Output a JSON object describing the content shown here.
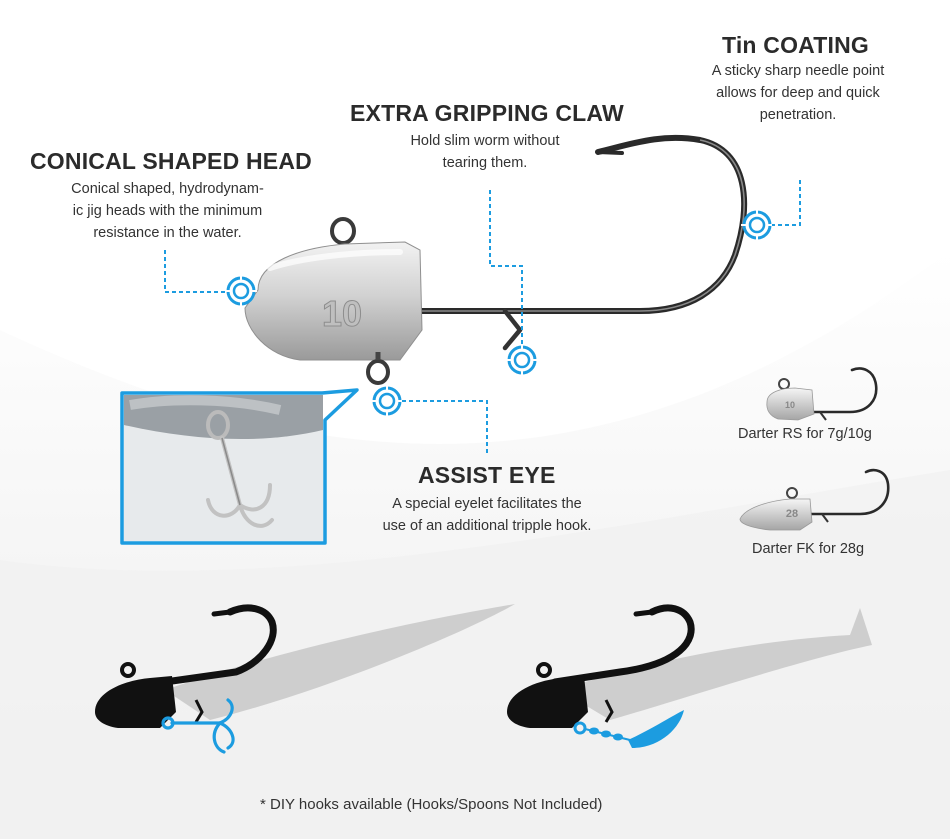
{
  "features": {
    "conical_head": {
      "title": "CONICAL SHAPED HEAD",
      "lines": [
        "Conical shaped, hydrodynam-",
        "ic jig heads with the minimum",
        "resistance in the water."
      ]
    },
    "gripping_claw": {
      "title": "EXTRA GRIPPING CLAW",
      "lines": [
        "Hold slim worm without",
        "tearing them."
      ]
    },
    "tin_coating": {
      "title": "Tin COATING",
      "lines": [
        "A sticky sharp needle point",
        "allows for deep and quick",
        "penetration."
      ]
    },
    "assist_eye": {
      "title": "ASSIST EYE",
      "lines": [
        "A special eyelet facilitates the",
        "use of an additional tripple hook."
      ]
    }
  },
  "main_product": {
    "weight_marking": "10"
  },
  "variants": [
    {
      "marking": "10",
      "caption": "Darter RS for 7g/10g"
    },
    {
      "marking": "28",
      "caption": "Darter FK for 28g"
    }
  ],
  "footer_note": "* DIY hooks available (Hooks/Spoons Not Included)",
  "colors": {
    "accent": "#1c9ce0",
    "title_text": "#2b2b2b",
    "body_text": "#333333",
    "silhouette": "#111111",
    "bait_shadow": "#c8c8c8"
  },
  "icons": {
    "marker": "crosshair-target-icon",
    "assist_hook": "treble-hook-icon",
    "assist_spoon": "willow-spoon-icon"
  }
}
